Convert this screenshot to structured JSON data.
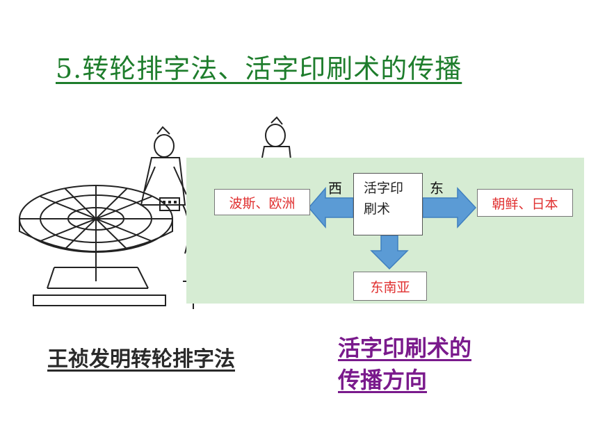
{
  "slide": {
    "title": "5.转轮排字法、活字印刷术的传播",
    "caption_left": "王祯发明转轮排字法",
    "caption_right_line1": "活字印刷术的",
    "caption_right_line2": "传播方向"
  },
  "diagram": {
    "center_line1": "活字印",
    "center_line2": "刷术",
    "west_label": "西",
    "east_label": "东",
    "left_box": "波斯、欧洲",
    "right_box": "朝鲜、日本",
    "bottom_box": "东南亚",
    "colors": {
      "panel": "#d6ecd3",
      "arrow": "#5b9bd5",
      "destination_text": "#e03030",
      "title": "#1e7d2c",
      "caption_right": "#7a1a8c"
    }
  },
  "illustration": {
    "icon": "revolving-type-table-drawing"
  }
}
